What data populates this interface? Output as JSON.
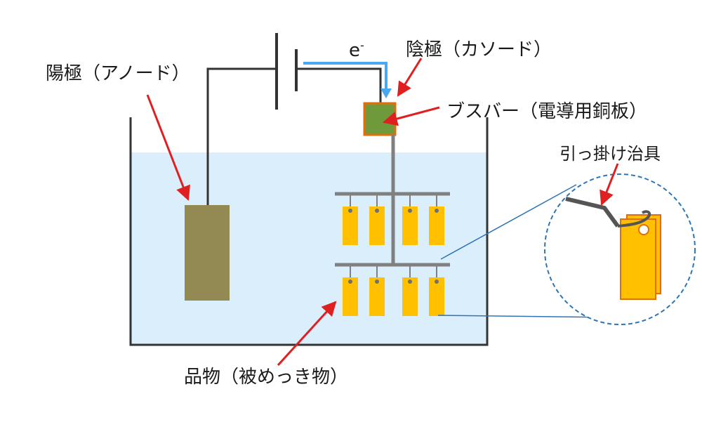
{
  "labels": {
    "anode": "陽極（アノード）",
    "cathode": "陰極（カソード）",
    "electron": "e",
    "electron_sup": "-",
    "busbar": "ブスバー（電導用銅板）",
    "jig": "引っ掛け治具",
    "workpiece": "品物（被めっき物）"
  },
  "colors": {
    "solution": "#daeefb",
    "tank": "#333333",
    "wire": "#333333",
    "anode_plate": "#938953",
    "busbar_fill": "#6f9a3c",
    "busbar_border": "#e46c0a",
    "rack": "#808080",
    "workpiece": "#ffc000",
    "electron_arrow": "#4aa8ef",
    "pointer_arrow": "#e02020",
    "zoom_circle": "#2e75b6"
  }
}
